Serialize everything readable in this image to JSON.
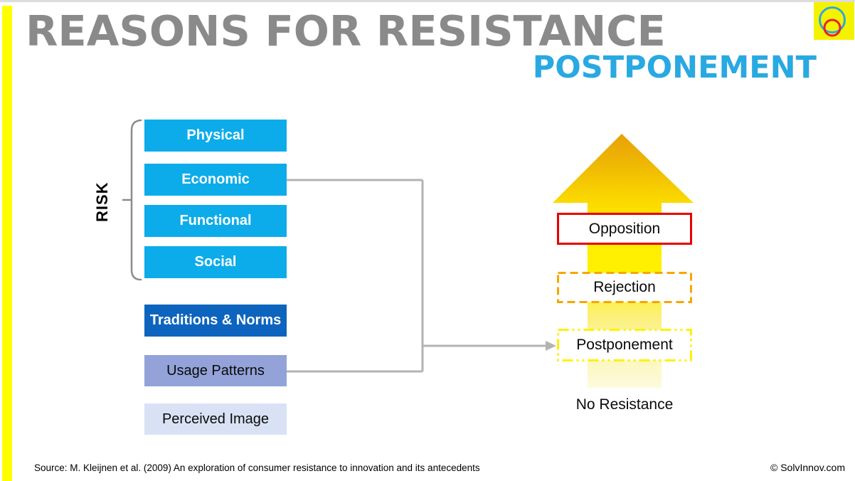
{
  "slide": {
    "title": "REASONS FOR RESISTANCE",
    "subtitle": "POSTPONEMENT",
    "source": "Source: M. Kleijnen et al. (2009) An exploration of consumer resistance to innovation and its antecedents",
    "copyright": "© SolvInnov.com"
  },
  "risk": {
    "label": "RISK",
    "items": [
      "Physical",
      "Economic",
      "Functional",
      "Social"
    ]
  },
  "factors": [
    "Traditions & Norms",
    "Usage Patterns",
    "Perceived Image"
  ],
  "resistance": {
    "levels": [
      "Opposition",
      "Rejection",
      "Postponement"
    ],
    "baseline": "No Resistance"
  },
  "colors": {
    "risk_box_blue": "#0CACEA",
    "traditions_dark_blue": "#0D64BE",
    "usage_periwinkle": "#93A2D8",
    "perceived_pale_blue": "#D9E2F4",
    "title_gray": "#8A8A8A",
    "subtitle_blue": "#29A9E1",
    "opposition_red": "#E90000",
    "rejection_orange": "#F7A600",
    "postponement_yellow": "#FFF100",
    "accent_yellow": "#FFFF00",
    "arrow_gold_top": "#E8A008",
    "connector_gray": "#B3B3B3"
  }
}
